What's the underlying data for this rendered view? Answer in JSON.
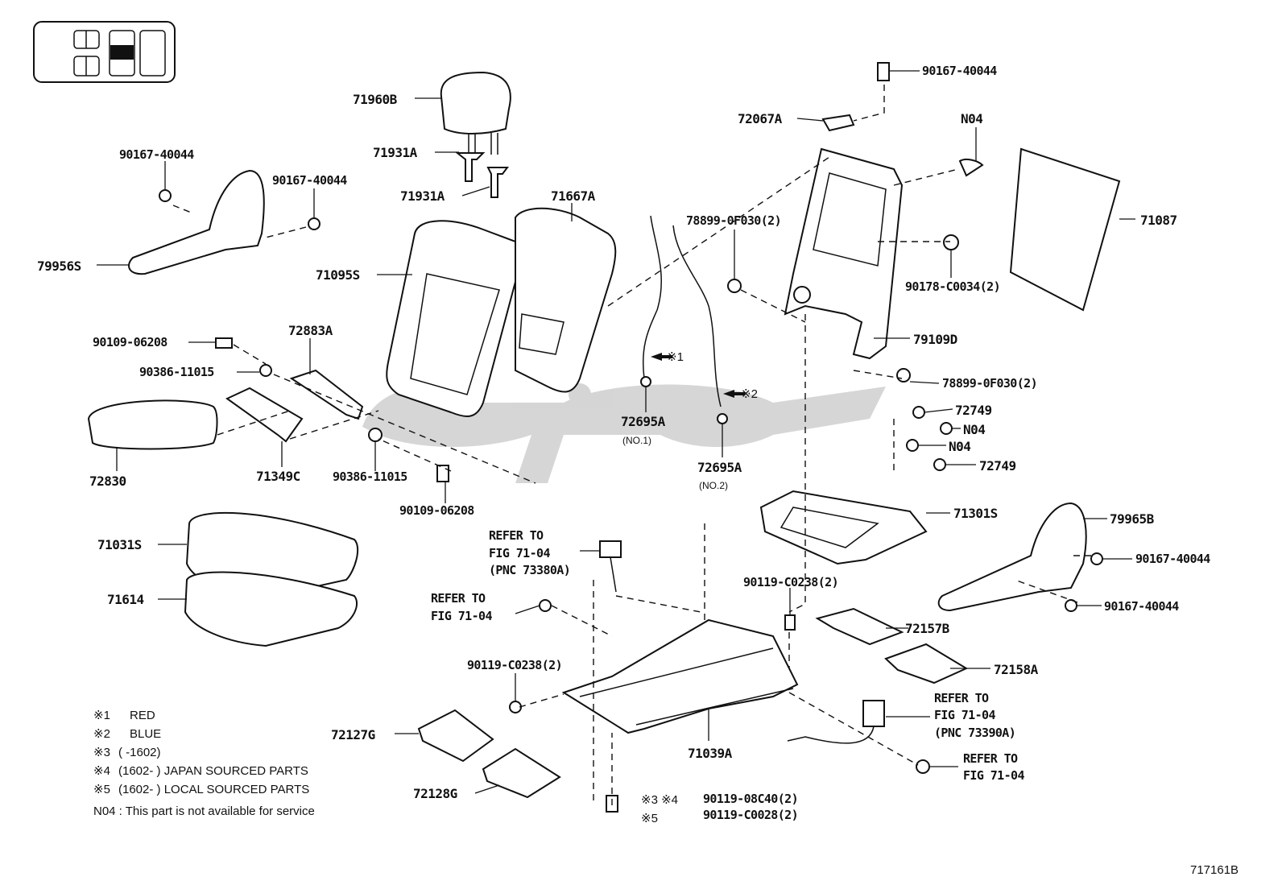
{
  "labels": {
    "p71960B": "71960B",
    "p71931A_1": "71931A",
    "p71931A_2": "71931A",
    "p71667A": "71667A",
    "p71095S": "71095S",
    "p79956S": "79956S",
    "p90167_a": "90167-40044",
    "p90167_b": "90167-40044",
    "p90109_a": "90109-06208",
    "p90386_a": "90386-11015",
    "p72883A": "72883A",
    "p72830": "72830",
    "p71349C": "71349C",
    "p90386_b": "90386-11015",
    "p90109_b": "90109-06208",
    "p90167_c": "90167-40044",
    "p72067A": "72067A",
    "pN04_a": "N04",
    "p71087": "71087",
    "p78899_a": "78899-0F030(2)",
    "p90178": "90178-C0034(2)",
    "p79109D": "79109D",
    "p78899_b": "78899-0F030(2)",
    "p72749_a": "72749",
    "pN04_b": "N04",
    "pN04_c": "N04",
    "p72749_b": "72749",
    "p72695A_1": "72695A",
    "p72695A_1n": "(NO.1)",
    "p72695A_2": "72695A",
    "p72695A_2n": "(NO.2)",
    "mark1": "※1",
    "mark2": "※2",
    "p71301S": "71301S",
    "p79965B": "79965B",
    "p90167_d": "90167-40044",
    "p90167_e": "90167-40044",
    "p71031S": "71031S",
    "p71614": "71614",
    "ref1_l1": "REFER TO",
    "ref1_l2": "FIG 71-04",
    "ref1_l3": "(PNC 73380A)",
    "ref2_l1": "REFER TO",
    "ref2_l2": "FIG 71-04",
    "p90119_a": "90119-C0238(2)",
    "p90119_b": "90119-C0238(2)",
    "p72157B": "72157B",
    "p72158A": "72158A",
    "ref3_l1": "REFER TO",
    "ref3_l2": "FIG 71-04",
    "ref3_l3": "(PNC 73390A)",
    "ref4_l1": "REFER TO",
    "ref4_l2": "FIG 71-04",
    "p71039A": "71039A",
    "p72127G": "72127G",
    "p72128G": "72128G",
    "bolt_marks_1": "※3 ※4",
    "bolt_marks_2": "※5",
    "p90119_08C40": "90119-08C40(2)",
    "p90119_C0028": "90119-C0028(2)",
    "figure_id": "717161B"
  },
  "legend": [
    {
      "mark": "※1",
      "text": "RED"
    },
    {
      "mark": "※2",
      "text": "BLUE"
    },
    {
      "mark": "※3",
      "text": "(      -1602)"
    },
    {
      "mark": "※4",
      "text": "(1602-      ) JAPAN SOURCED PARTS"
    },
    {
      "mark": "※5",
      "text": "(1602-      ) LOCAL SOURCED PARTS"
    }
  ],
  "footnote": "N04 : This part is not available for service",
  "colors": {
    "line": "#111111",
    "watermark": "#c8c8c8",
    "background": "#ffffff"
  }
}
